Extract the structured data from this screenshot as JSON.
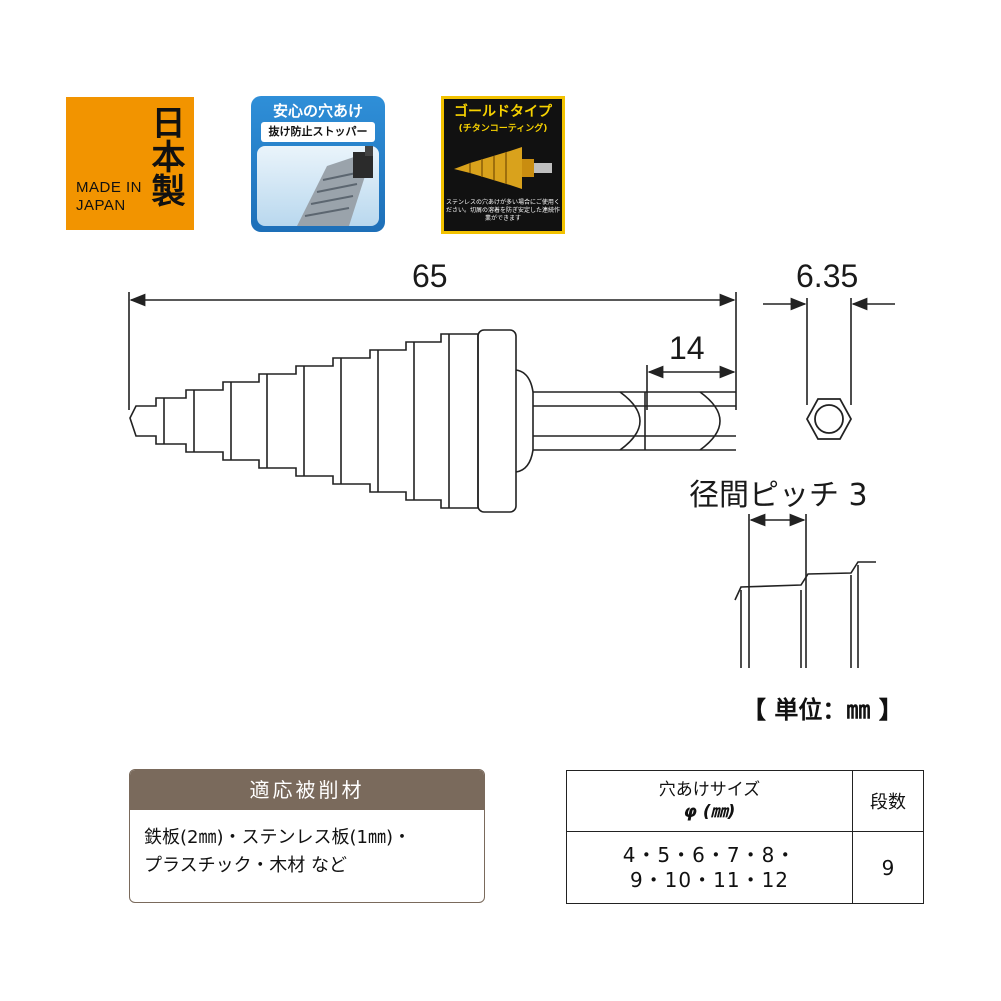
{
  "badges": {
    "made_in_japan": {
      "kanji": "日本製",
      "text_line1": "MADE IN",
      "text_line2": "JAPAN",
      "bg": "#f29400"
    },
    "safety": {
      "title": "安心の穴あけ",
      "subtitle": "抜け防止ストッパー",
      "bg": "#1d6fb8"
    },
    "gold": {
      "title": "ゴールドタイプ",
      "subtitle": "(チタンコーティング)",
      "desc": "ステンレスの穴あけが多い場合にご使用ください。切屑の溶着を防ぎ安定した連続作業ができます",
      "border": "#f2c200"
    }
  },
  "dimensions": {
    "total_length": "65",
    "shank_length": "14",
    "hex_size": "6.35",
    "pitch_label": "径間ピッチ 3",
    "unit": "【 単位：㎜ 】"
  },
  "materials": {
    "header": "適応被削材",
    "line1": "鉄板(2㎜)・ステンレス板(1㎜)・",
    "line2": "プラスチック・木材 など"
  },
  "spec_table": {
    "col1_header_line1": "穴あけサイズ",
    "col1_header_line2": "φ (㎜)",
    "col2_header": "段数",
    "sizes_line1": "4・5・6・7・8・",
    "sizes_line2": "9・10・11・12",
    "steps": "9"
  }
}
